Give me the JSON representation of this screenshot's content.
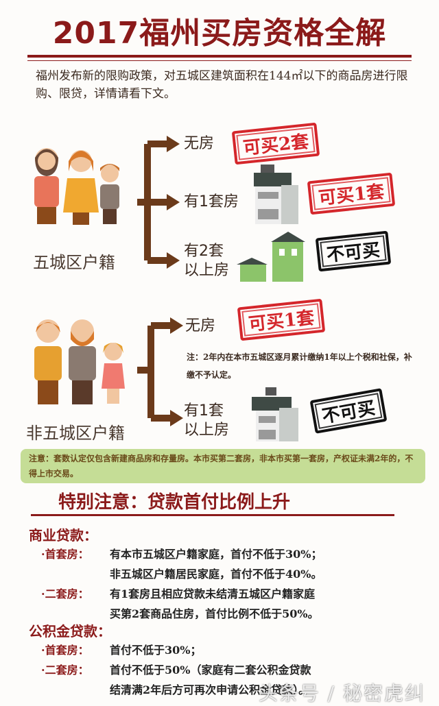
{
  "title": "2017福州买房资格全解",
  "intro": "福州发布新的限购政策，对五城区建筑面积在144㎡以下的商品房进行限购、限贷，详情请看下文。",
  "section1": {
    "group": "五城区户籍",
    "branches": [
      {
        "label": "无房",
        "stamp": "可买2套"
      },
      {
        "label": "有1套房",
        "stamp": "可买1套"
      },
      {
        "label": "有2套",
        "label2": "以上房",
        "stamp": "不可买"
      }
    ]
  },
  "section2": {
    "group": "非五城区户籍",
    "branches": [
      {
        "label": "无房",
        "stamp": "可买1套"
      },
      {
        "label": "有1套",
        "label2": "以上房",
        "stamp": "不可买"
      }
    ],
    "note": "注：2年内在本市五城区逐月累计缴纳1年以上个税和社保，补缴不予认定。"
  },
  "green_note": "注意：套数认定仅包含新建商品房和存量房。本市买第二套房，非本市买第一套房，产权证未满2年的，不得上市交易。",
  "special": "特别注意：贷款首付比例上升",
  "commercial": {
    "heading": "商业贷款：",
    "items": [
      {
        "key": "·首套房：",
        "lines": [
          "有本市五城区户籍家庭，首付不低于30%；",
          "非五城区户籍居民家庭，首付不低于40%。"
        ]
      },
      {
        "key": "·二套房：",
        "lines": [
          "有1套房且相应贷款未结清五城区户籍家庭",
          "买第2套商品住房，首付比例不低于50%。"
        ]
      }
    ]
  },
  "fund": {
    "heading": "公积金贷款：",
    "items": [
      {
        "key": "·首套房：",
        "lines": [
          "首付不低于30%；"
        ]
      },
      {
        "key": "·二套房：",
        "lines": [
          "首付不低于50%（家庭有二套公积金贷款",
          "结清满2年后方可再次申请公积金贷款）。"
        ]
      }
    ]
  },
  "watermark": "头条号 / 秘密虎纠",
  "colors": {
    "title": "#8b1a1a",
    "stamp_red": "#d4262b",
    "arrow": "#6b3a1a",
    "green_box": "#c5dd96"
  }
}
